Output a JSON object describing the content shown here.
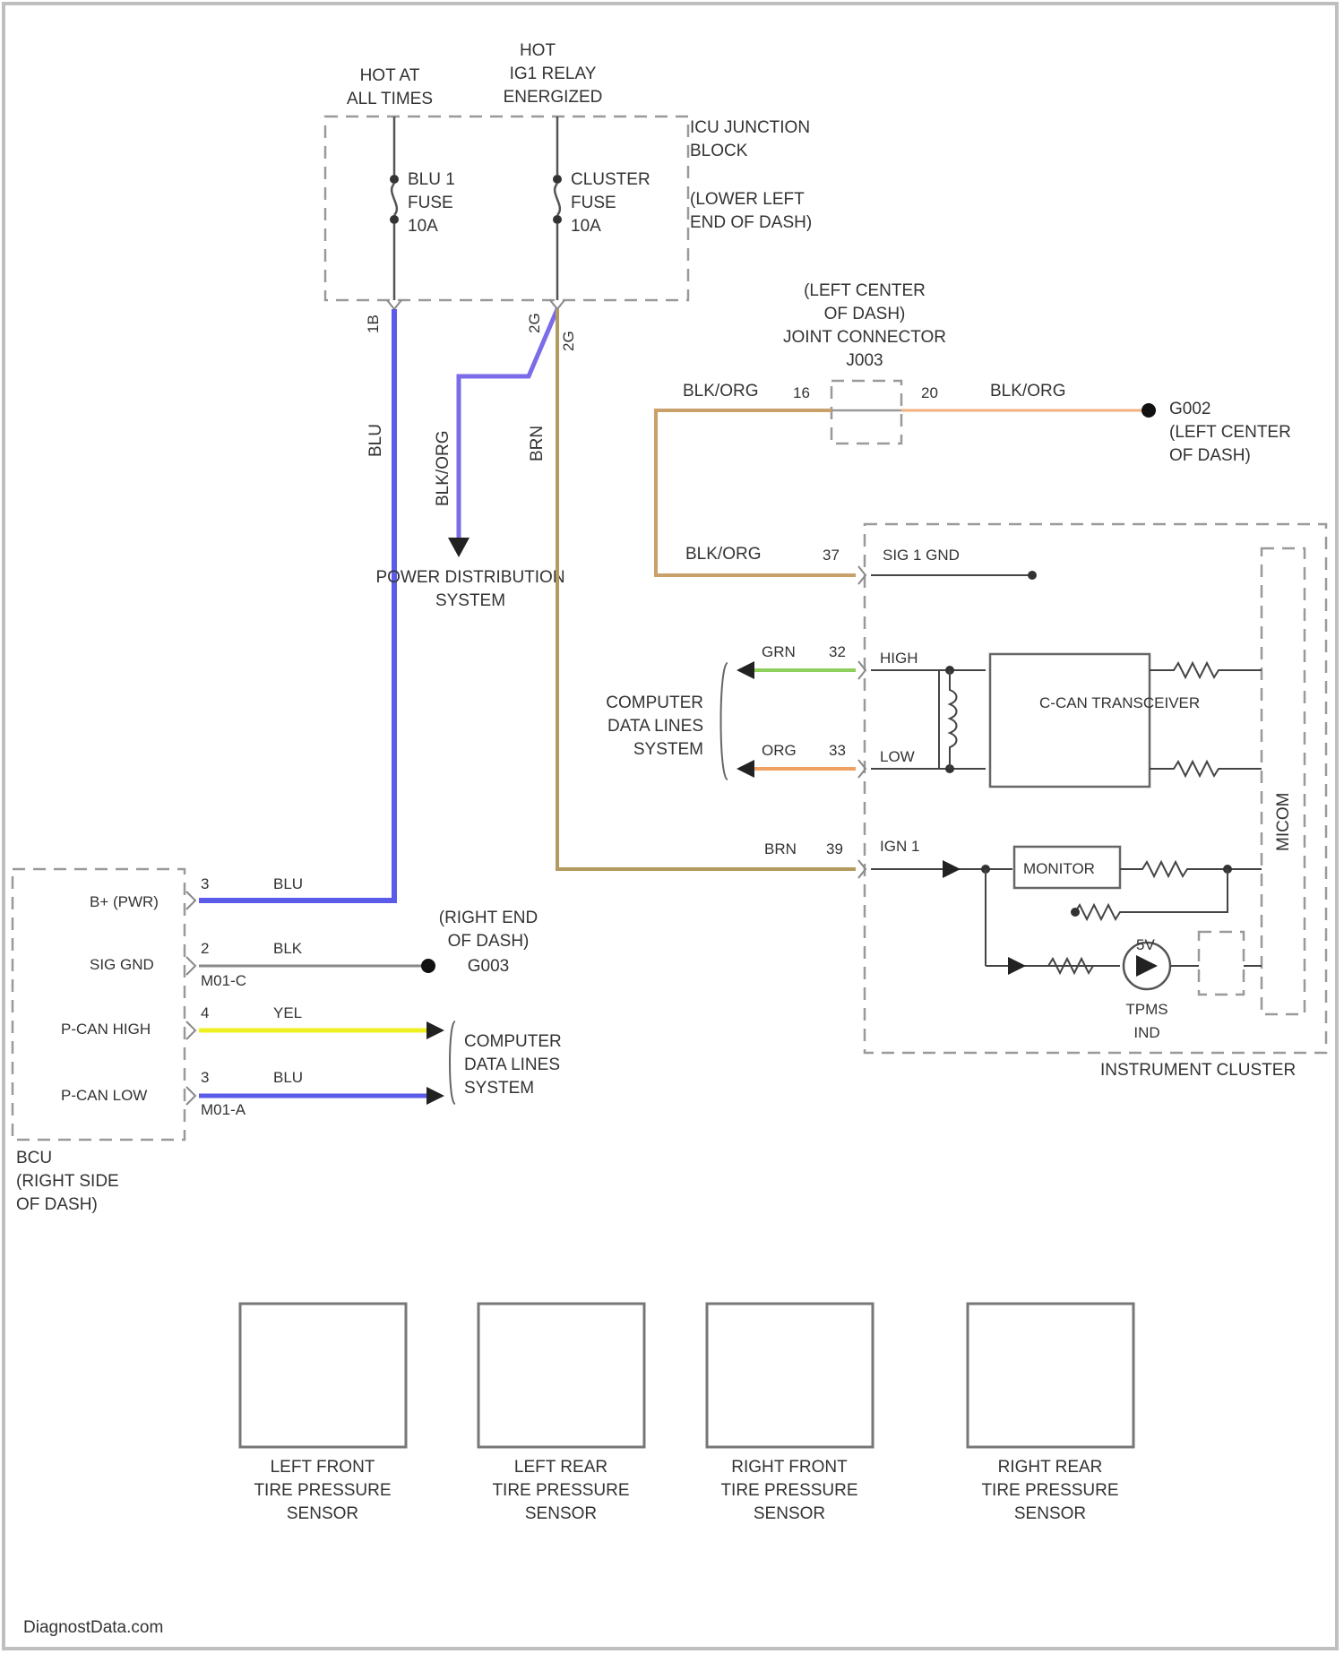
{
  "colors": {
    "blu": "#5b5bea",
    "brn": "#b39a5e",
    "blk_org": "#c9a06a",
    "grn": "#8ccf5a",
    "org": "#f0a060",
    "yel": "#eef020",
    "blk": "#888888",
    "wire_dark": "#444444",
    "frame": "#bfbfbf"
  },
  "fuse_block": {
    "hot_at_all_times": [
      "HOT AT",
      "ALL TIMES"
    ],
    "hot_relay": [
      "HOT",
      "IG1 RELAY",
      "ENERGIZED"
    ],
    "name": [
      "ICU JUNCTION",
      "BLOCK"
    ],
    "location": [
      "(LOWER LEFT",
      "END OF DASH)"
    ],
    "fuse1": [
      "BLU 1",
      "FUSE",
      "10A"
    ],
    "fuse2": [
      "CLUSTER",
      "FUSE",
      "10A"
    ],
    "pin1": "1B",
    "pin2": "2G",
    "pin3": "2G"
  },
  "wires": {
    "blu": "BLU",
    "blk_org_pd": "BLK/ORG",
    "brn": "BRN",
    "blk_org_top_left": "BLK/ORG",
    "blk_org_top_right": "BLK/ORG",
    "blk_org_mid": "BLK/ORG",
    "grn": "GRN",
    "org": "ORG",
    "brn_cluster": "BRN",
    "blu_bcm": "BLU",
    "blk": "BLK",
    "yel": "YEL",
    "blu_can": "BLU"
  },
  "power_distribution": [
    "POWER DISTRIBUTION",
    "SYSTEM"
  ],
  "joint_connector": {
    "title": [
      "(LEFT CENTER",
      "OF DASH)",
      "JOINT CONNECTOR",
      "J003"
    ],
    "pin_left": "16",
    "pin_right": "20"
  },
  "ground_g002": [
    "G002",
    "(LEFT CENTER",
    "OF DASH)"
  ],
  "cluster": {
    "pin_37": "37",
    "sig_gnd": "SIG 1 GND",
    "pin_32": "32",
    "high": "HIGH",
    "pin_33": "33",
    "low": "LOW",
    "transceiver": "C-CAN TRANSCEIVER",
    "pin_39": "39",
    "ign": "IGN 1",
    "monitor": "MONITOR",
    "micom": "MICOM",
    "tpms_led": "5V",
    "tpms_ind": [
      "TPMS",
      "IND"
    ],
    "name": "INSTRUMENT CLUSTER"
  },
  "computer_data_lines_right": [
    "COMPUTER",
    "DATA LINES",
    "SYSTEM"
  ],
  "bcm": {
    "pins": [
      {
        "num": "3",
        "label": "B+ (PWR)"
      },
      {
        "num": "2",
        "label": "SIG GND",
        "sub": "M01-C"
      },
      {
        "num": "4",
        "label": "P-CAN HIGH"
      },
      {
        "num": "3",
        "label": "P-CAN LOW",
        "sub": "M01-A"
      }
    ],
    "name": [
      "BCU",
      "(RIGHT SIDE",
      "OF DASH)"
    ]
  },
  "ground_g003": [
    "(RIGHT END",
    "OF DASH)",
    "G003"
  ],
  "computer_data_lines_left": [
    "COMPUTER",
    "DATA LINES",
    "SYSTEM"
  ],
  "sensors": [
    [
      "LEFT FRONT",
      "TIRE PRESSURE",
      "SENSOR"
    ],
    [
      "LEFT REAR",
      "TIRE PRESSURE",
      "SENSOR"
    ],
    [
      "RIGHT FRONT",
      "TIRE PRESSURE",
      "SENSOR"
    ],
    [
      "RIGHT REAR",
      "TIRE PRESSURE",
      "SENSOR"
    ]
  ],
  "watermark": "DiagnostData.com"
}
